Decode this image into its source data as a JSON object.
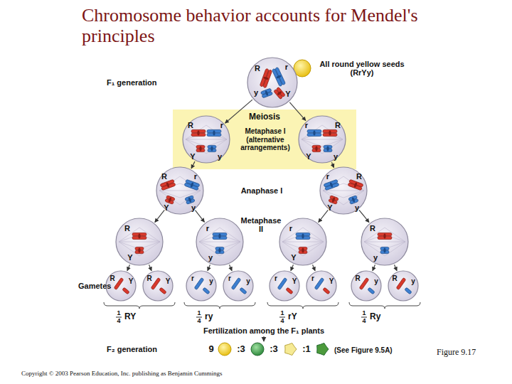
{
  "diagram": {
    "title": "Chromosome behavior accounts for Mendel's principles",
    "caption": "Figure 9.17",
    "nodes": [
      {
        "text": [
          "R",
          "r",
          "y",
          "Y"
        ]
      },
      {
        "text": [
          "Meiosis",
          "Metaphase I (alternative arrangements)"
        ]
      },
      {
        "text": [
          "R",
          "r",
          "Y",
          "y"
        ],
        "in": 1
      },
      {
        "text": [
          "r",
          "R",
          "Y",
          "y"
        ],
        "in": 1
      },
      {
        "text": [
          "R",
          "r",
          "Y",
          "y"
        ]
      },
      {
        "text": [
          "r",
          "R",
          "Y",
          "y"
        ]
      },
      {
        "text": [
          "R",
          "Y"
        ]
      },
      {
        "text": [
          "r",
          "y"
        ]
      },
      {
        "text": [
          "r",
          "Y"
        ]
      },
      {
        "text": [
          "R",
          "y"
        ]
      },
      {
        "text": [
          "R",
          "Y"
        ]
      },
      {
        "text": [
          "R",
          "Y"
        ]
      },
      {
        "text": [
          "r",
          "y"
        ]
      },
      {
        "text": [
          "r",
          "y"
        ]
      },
      {
        "text": [
          "r",
          "Y"
        ]
      },
      {
        "text": [
          "r",
          "Y"
        ]
      },
      {
        "text": [
          "R",
          "y"
        ]
      },
      {
        "text": [
          "R",
          "y"
        ]
      }
    ],
    "edges": [
      {
        "from": 0,
        "to": 2,
        "arrow": "to"
      },
      {
        "from": 0,
        "to": 3,
        "arrow": "to"
      },
      {
        "from": 2,
        "to": 4,
        "arrow": "to"
      },
      {
        "from": 3,
        "to": 5,
        "arrow": "to"
      },
      {
        "from": 4,
        "to": 6,
        "arrow": "to"
      },
      {
        "from": 4,
        "to": 7,
        "arrow": "to"
      },
      {
        "from": 5,
        "to": 8,
        "arrow": "to"
      },
      {
        "from": 5,
        "to": 9,
        "arrow": "to"
      },
      {
        "from": 6,
        "to": 10,
        "arrow": "to"
      },
      {
        "from": 6,
        "to": 11,
        "arrow": "to"
      },
      {
        "from": 7,
        "to": 12,
        "arrow": "to"
      },
      {
        "from": 7,
        "to": 13,
        "arrow": "to"
      },
      {
        "from": 8,
        "to": 14,
        "arrow": "to"
      },
      {
        "from": 8,
        "to": 15,
        "arrow": "to"
      },
      {
        "from": 9,
        "to": 16,
        "arrow": "to"
      },
      {
        "from": 9,
        "to": 17,
        "arrow": "to"
      }
    ],
    "labels": [
      "F₁ generation",
      "All round yellow seeds (RrYy)",
      "Anaphase I",
      "Metaphase II",
      "Gametes",
      "1",
      "4",
      "RY",
      "1",
      "4",
      "ry",
      "1",
      "4",
      "rY",
      "1",
      "4",
      "Ry",
      "Fertilization among the F₁ plants",
      "F₂ generation",
      "9",
      ":3",
      ":3",
      ":1",
      "(See Figure 9.5A)",
      "Copyright © 2003 Pearson Education, Inc. publishing as Benjamin Cummings"
    ]
  }
}
